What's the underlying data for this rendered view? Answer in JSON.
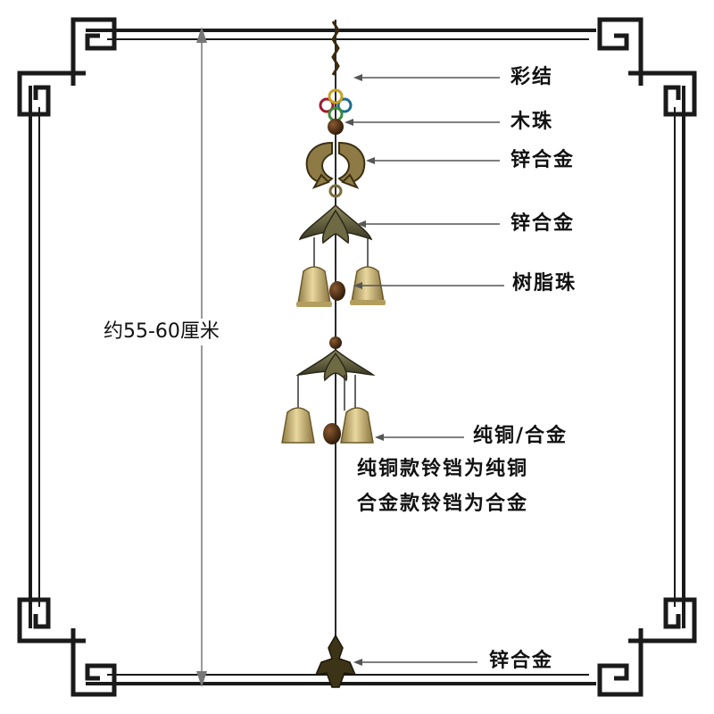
{
  "dimension_label": "约55-60厘米",
  "labels": [
    {
      "id": "knot",
      "text": "彩结"
    },
    {
      "id": "wood-bead",
      "text": "木珠"
    },
    {
      "id": "fish",
      "text": "锌合金"
    },
    {
      "id": "lotus",
      "text": "锌合金"
    },
    {
      "id": "resin-bead",
      "text": "树脂珠"
    },
    {
      "id": "bells-1",
      "text": "纯铜/合金"
    },
    {
      "id": "bells-2",
      "text": "纯铜款铃铛为纯铜"
    },
    {
      "id": "bells-3",
      "text": "合金款铃铛为合金"
    },
    {
      "id": "bottom",
      "text": "锌合金"
    }
  ],
  "colors": {
    "frame": "#1a1a1a",
    "brass": "#a8955c",
    "bell": "#d9c58a",
    "bead": "#4a2a12",
    "arrow": "#555555"
  }
}
